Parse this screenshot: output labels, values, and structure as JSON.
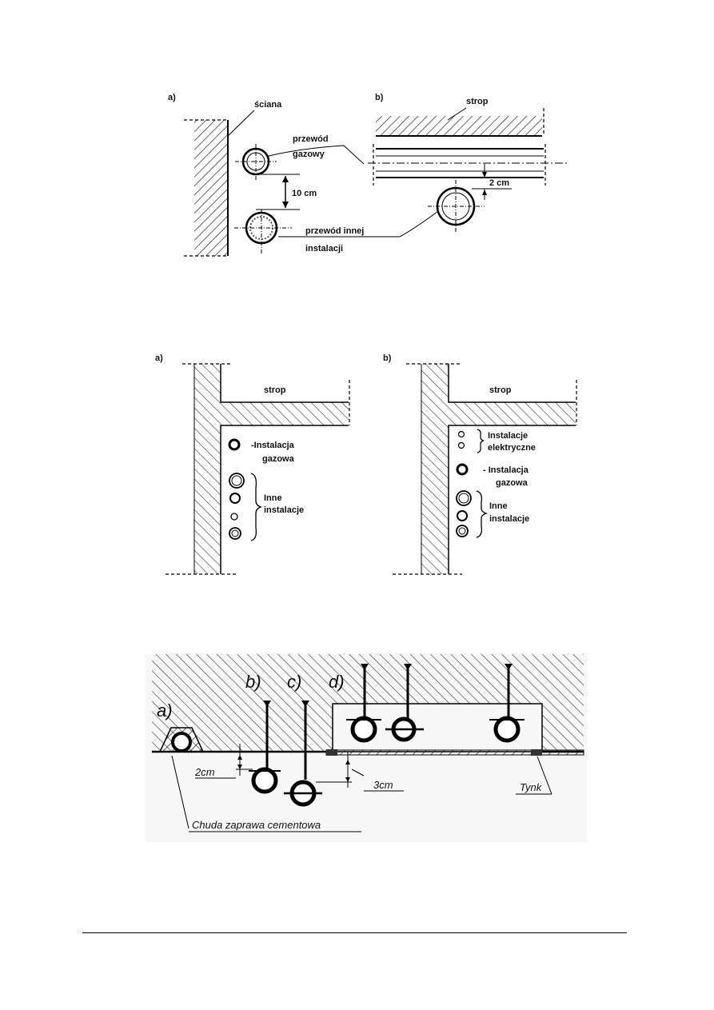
{
  "figure1": {
    "panel_a_label": "a)",
    "panel_b_label": "b)",
    "wall_label": "ściana",
    "ceiling_label": "strop",
    "gas_pipe_label_line1": "przewód",
    "gas_pipe_label_line2": "gazowy",
    "distance_10": "10 cm",
    "distance_2": "2 cm",
    "other_pipe_line1": "przewód innej",
    "other_pipe_line2": "instalacji"
  },
  "figure2": {
    "panel_a_label": "a)",
    "panel_b_label": "b)",
    "ceiling_a": "strop",
    "ceiling_b": "strop",
    "gas_a_line1": "-Instalacja",
    "gas_a_line2": "gazowa",
    "other_a_line1": "Inne",
    "other_a_line2": "instalacje",
    "elec_b_line1": "Instalacje",
    "elec_b_line2": "elektryczne",
    "gas_b_line1": "- Instalacja",
    "gas_b_line2": "gazowa",
    "other_b_line1": "Inne",
    "other_b_line2": "instalacje"
  },
  "figure3": {
    "label_a": "a)",
    "label_b": "b)",
    "label_c": "c)",
    "label_d": "d)",
    "dist_2cm": "2cm",
    "dist_3cm": "3cm",
    "plaster": "Tynk",
    "mortar": "Chuda zaprawa cementowa"
  }
}
